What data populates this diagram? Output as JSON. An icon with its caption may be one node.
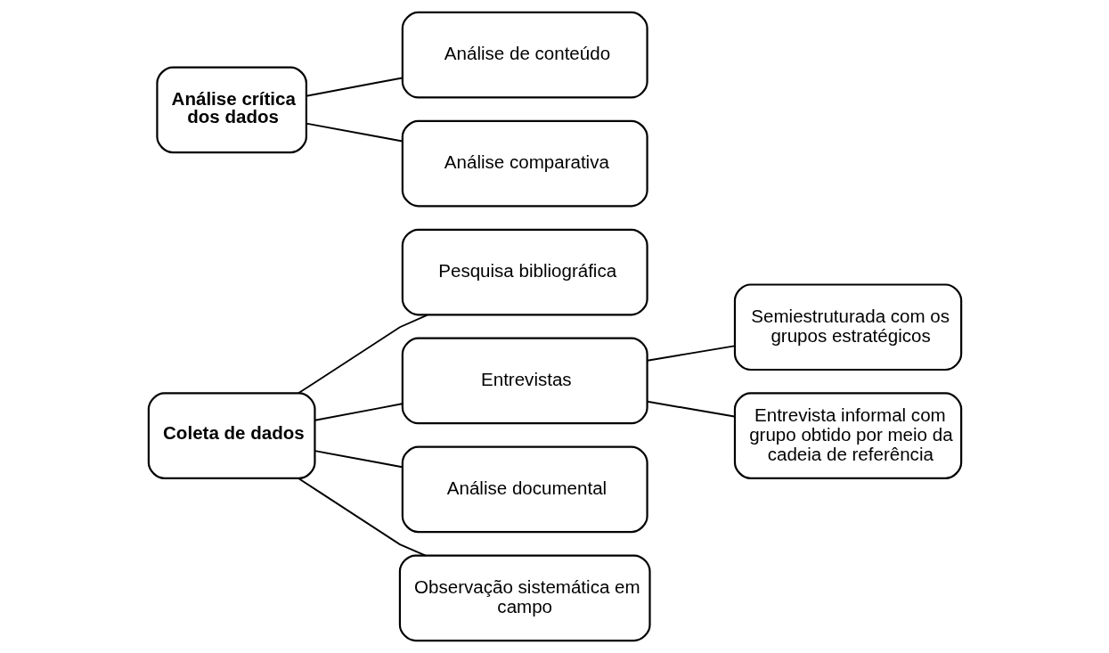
{
  "diagram": {
    "nodes": [
      {
        "text": [
          "Coleta de dados"
        ]
      },
      {
        "text": [
          "Pesquisa bibliográfica"
        ]
      },
      {
        "text": [
          "Entrevistas"
        ]
      },
      {
        "text": [
          "Análise documental"
        ]
      },
      {
        "text": [
          "Observação sistemática em campo"
        ]
      },
      {
        "text": [
          "Semiestruturada com os grupos estratégicos"
        ]
      },
      {
        "text": [
          "Entrevista informal com grupo obtido por meio da cadeia de referência"
        ]
      },
      {
        "text": [
          "Análise crítica dos dados"
        ]
      },
      {
        "text": [
          "Análise de conteúdo"
        ]
      },
      {
        "text": [
          "Análise comparativa"
        ]
      }
    ],
    "edges": [
      {
        "from": 0,
        "to": 1,
        "arrow": "none"
      },
      {
        "from": 0,
        "to": 2,
        "arrow": "none"
      },
      {
        "from": 0,
        "to": 3,
        "arrow": "none"
      },
      {
        "from": 0,
        "to": 4,
        "arrow": "none"
      },
      {
        "from": 2,
        "to": 5,
        "arrow": "none"
      },
      {
        "from": 2,
        "to": 6,
        "arrow": "none"
      },
      {
        "from": 7,
        "to": 8,
        "arrow": "none"
      },
      {
        "from": 7,
        "to": 9,
        "arrow": "none"
      }
    ]
  }
}
